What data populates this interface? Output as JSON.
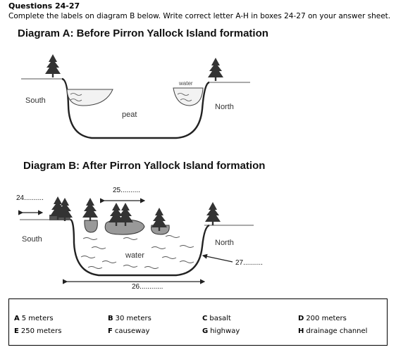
{
  "header": {
    "question_range": "Questions 24-27",
    "instruction": "Complete the labels on diagram B below. Write correct letter A-H in boxes 24-27 on your answer sheet."
  },
  "diagram_a": {
    "title": "Diagram A: Before Pirron Yallock Island formation",
    "labels": {
      "south": "South",
      "north": "North",
      "peat": "peat",
      "water": "water"
    }
  },
  "diagram_b": {
    "title": "Diagram B: After Pirron Yallock Island formation",
    "labels": {
      "south": "South",
      "north": "North",
      "water": "water"
    },
    "blanks": {
      "q24": "24..........",
      "q25": "25..........",
      "q26": "26............",
      "q27": "27.........."
    }
  },
  "options": [
    {
      "letter": "A",
      "text": "5 meters"
    },
    {
      "letter": "B",
      "text": "30 meters"
    },
    {
      "letter": "C",
      "text": "basalt"
    },
    {
      "letter": "D",
      "text": "200 meters"
    },
    {
      "letter": "E",
      "text": "250 meters"
    },
    {
      "letter": "F",
      "text": "causeway"
    },
    {
      "letter": "G",
      "text": "highway"
    },
    {
      "letter": "H",
      "text": "drainage channel"
    }
  ]
}
